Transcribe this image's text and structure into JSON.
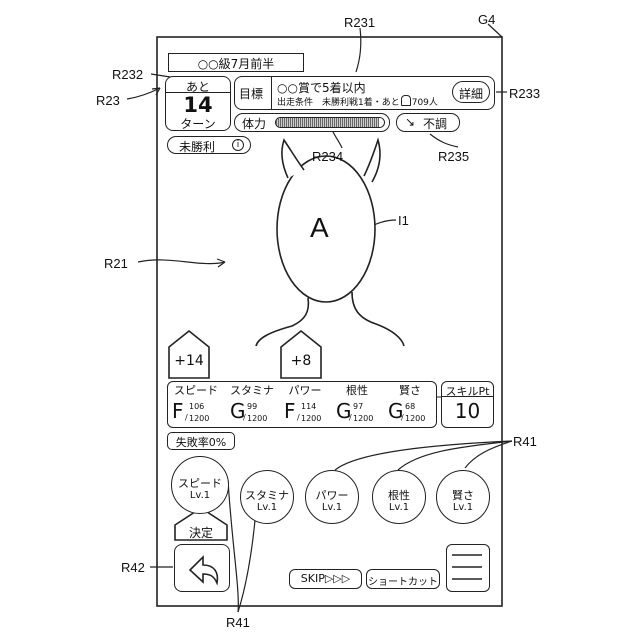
{
  "refs": {
    "g4": "G4",
    "r231": "R231",
    "r232": "R232",
    "r23": "R23",
    "r233": "R233",
    "r234": "R234",
    "r235": "R235",
    "i1": "I1",
    "r21": "R21",
    "r41_top": "R41",
    "r41_bottom": "R41",
    "r42": "R42"
  },
  "header": {
    "period": "○○級7月前半"
  },
  "turns": {
    "label_top": "あと",
    "count": "14",
    "label_bottom": "ターン"
  },
  "goal": {
    "label": "目標",
    "title": "○○賞で5着以内",
    "condition": "出走条件　未勝利戦1着・あと",
    "remaining": "709人",
    "detail_button": "詳細"
  },
  "stamina": {
    "label": "体力",
    "level": 0.95
  },
  "condition_status": {
    "arrow": "↘",
    "label": "不調"
  },
  "race_status": {
    "label": "未勝利",
    "info": "i"
  },
  "character": {
    "letter": "A"
  },
  "gains": [
    {
      "value": "+14"
    },
    {
      "value": "+8"
    }
  ],
  "stats": [
    {
      "name": "スピード",
      "rank": "F",
      "value": "106",
      "max": "1200"
    },
    {
      "name": "スタミナ",
      "rank": "G",
      "value": "99",
      "max": "1200"
    },
    {
      "name": "パワー",
      "rank": "F",
      "value": "114",
      "max": "1200"
    },
    {
      "name": "根性",
      "rank": "G",
      "value": "97",
      "max": "1200"
    },
    {
      "name": "賢さ",
      "rank": "G",
      "value": "68",
      "max": "1200"
    }
  ],
  "skill_pt": {
    "label": "スキルPt",
    "value": "10"
  },
  "failure_rate": "失敗率0%",
  "training": [
    {
      "name": "スピード",
      "level": "Lv.1"
    },
    {
      "name": "スタミナ",
      "level": "Lv.1"
    },
    {
      "name": "パワー",
      "level": "Lv.1"
    },
    {
      "name": "根性",
      "level": "Lv.1"
    },
    {
      "name": "賢さ",
      "level": "Lv.1"
    }
  ],
  "confirm_label": "決定",
  "skip_button": "SKIP▷▷▷",
  "shortcut_button": "ショートカット"
}
